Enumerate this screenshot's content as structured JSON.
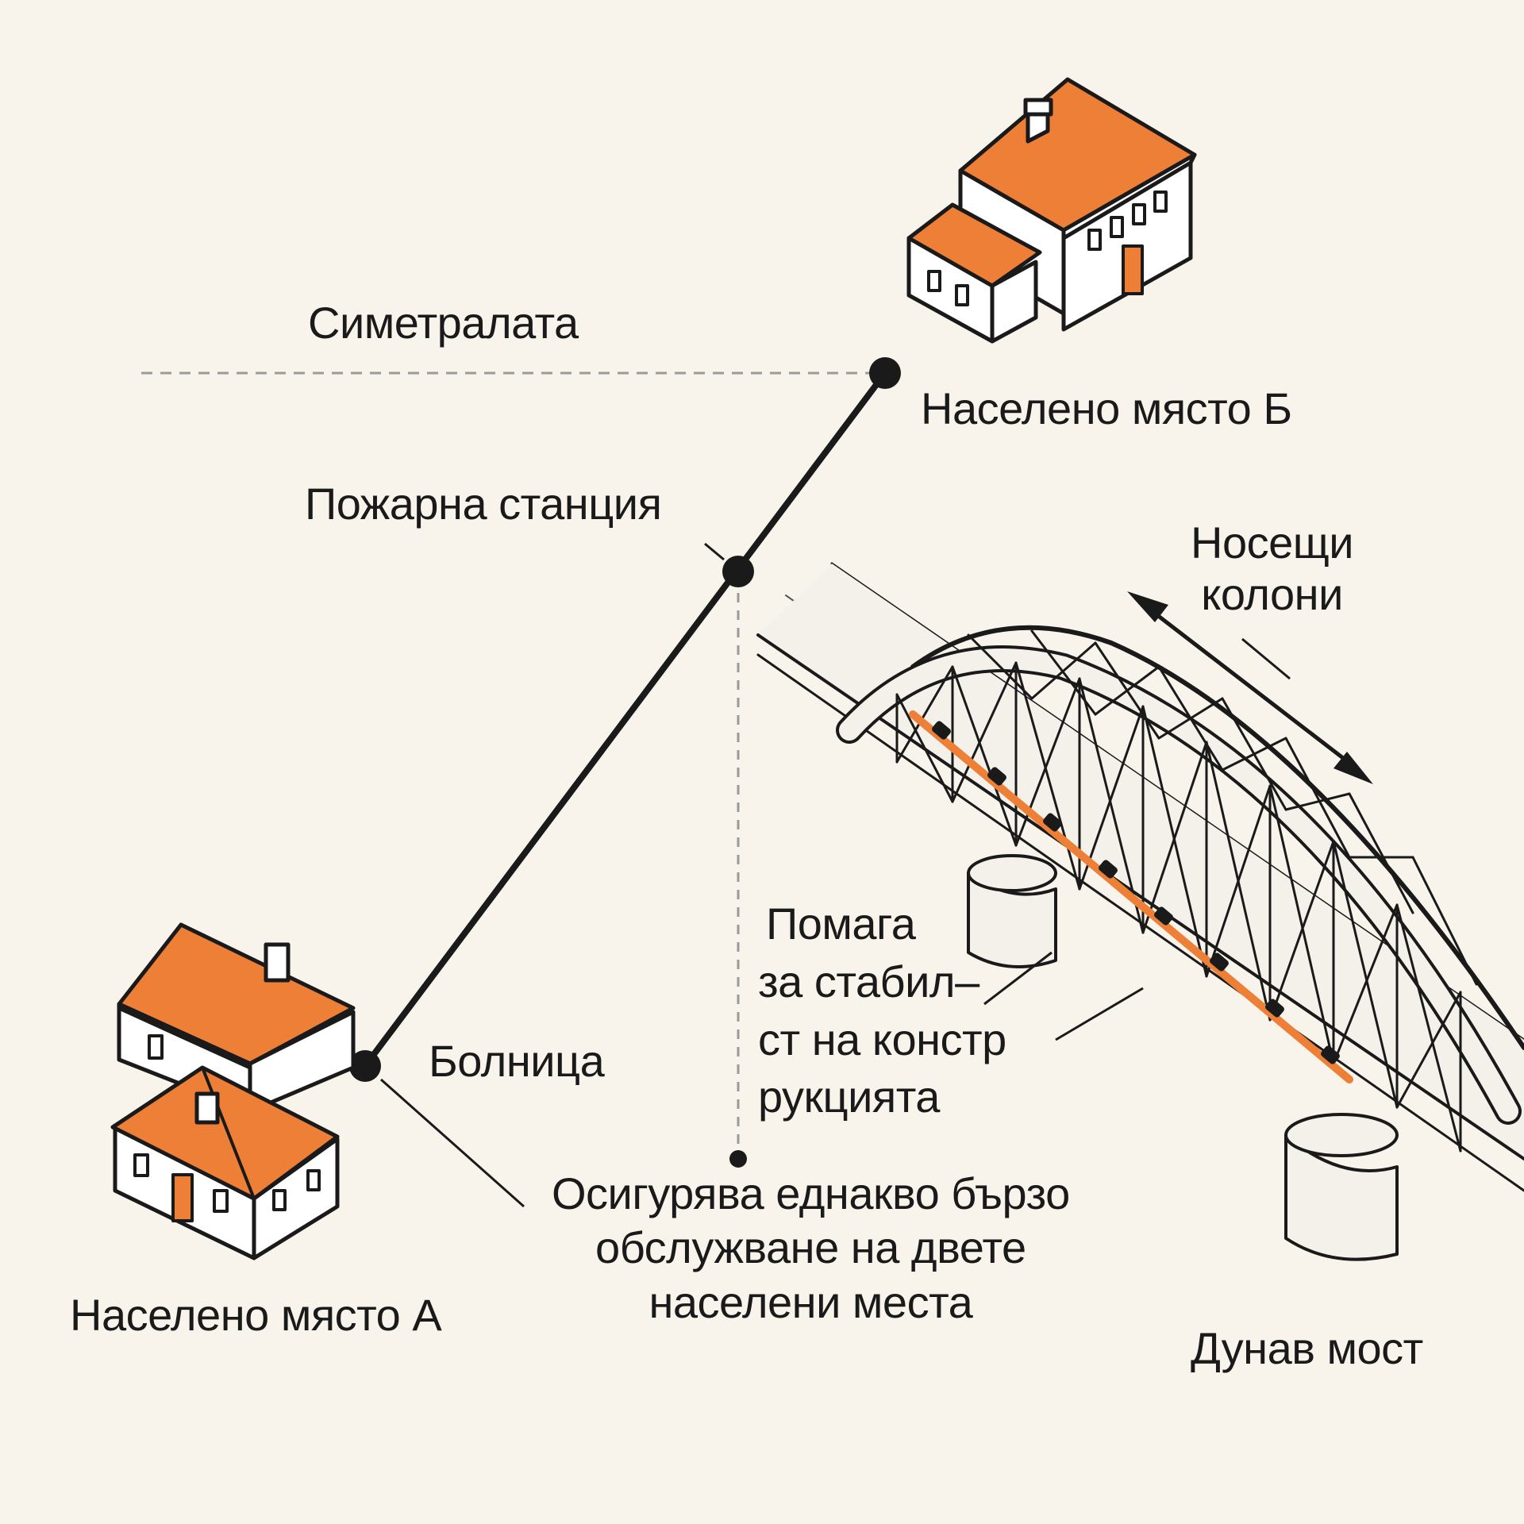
{
  "labels": {
    "perpendicular_bisector": "Симетралата",
    "settlement_b": "Населено място Б",
    "fire_station": "Пожарна станция",
    "bearing_columns": [
      "Носещи",
      "колони"
    ],
    "stability": [
      "Помага",
      "за стабил–",
      "ст на констр",
      "рукцията"
    ],
    "hospital": "Болница",
    "equal_service": [
      "Осигурява еднакво бързо",
      "обслужване на двете",
      "населени места"
    ],
    "settlement_a": "Населено място А",
    "danube_bridge": "Дунав мост"
  },
  "colors": {
    "background": "#f8f4ec",
    "roof": "#ee7f36",
    "wall": "#ffffff",
    "ink": "#1a1a1a",
    "bridge": "#f4f1ea",
    "guide": "#9a9a9a"
  }
}
